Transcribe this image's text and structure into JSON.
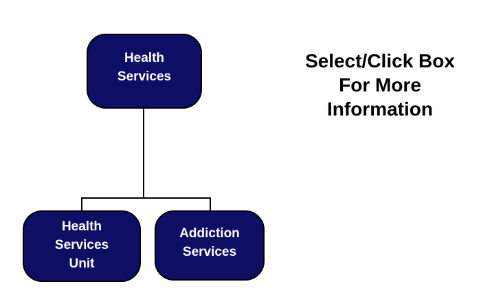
{
  "instruction": {
    "lines": [
      "Select/Click Box",
      "For More",
      "Information"
    ]
  },
  "diagram": {
    "root": {
      "label": "Health Services",
      "lines": [
        "Health",
        "Services"
      ]
    },
    "children": [
      {
        "label": "Health Services Unit",
        "lines": [
          "Health",
          "Services",
          "Unit"
        ]
      },
      {
        "label": "Addiction Services",
        "lines": [
          "Addiction",
          "Services"
        ]
      }
    ]
  },
  "colors": {
    "node_fill": "#0e0e64",
    "node_border": "#000000",
    "node_text": "#ffffff",
    "connector": "#000000",
    "instruction_text": "#000000",
    "background": "#ffffff"
  }
}
